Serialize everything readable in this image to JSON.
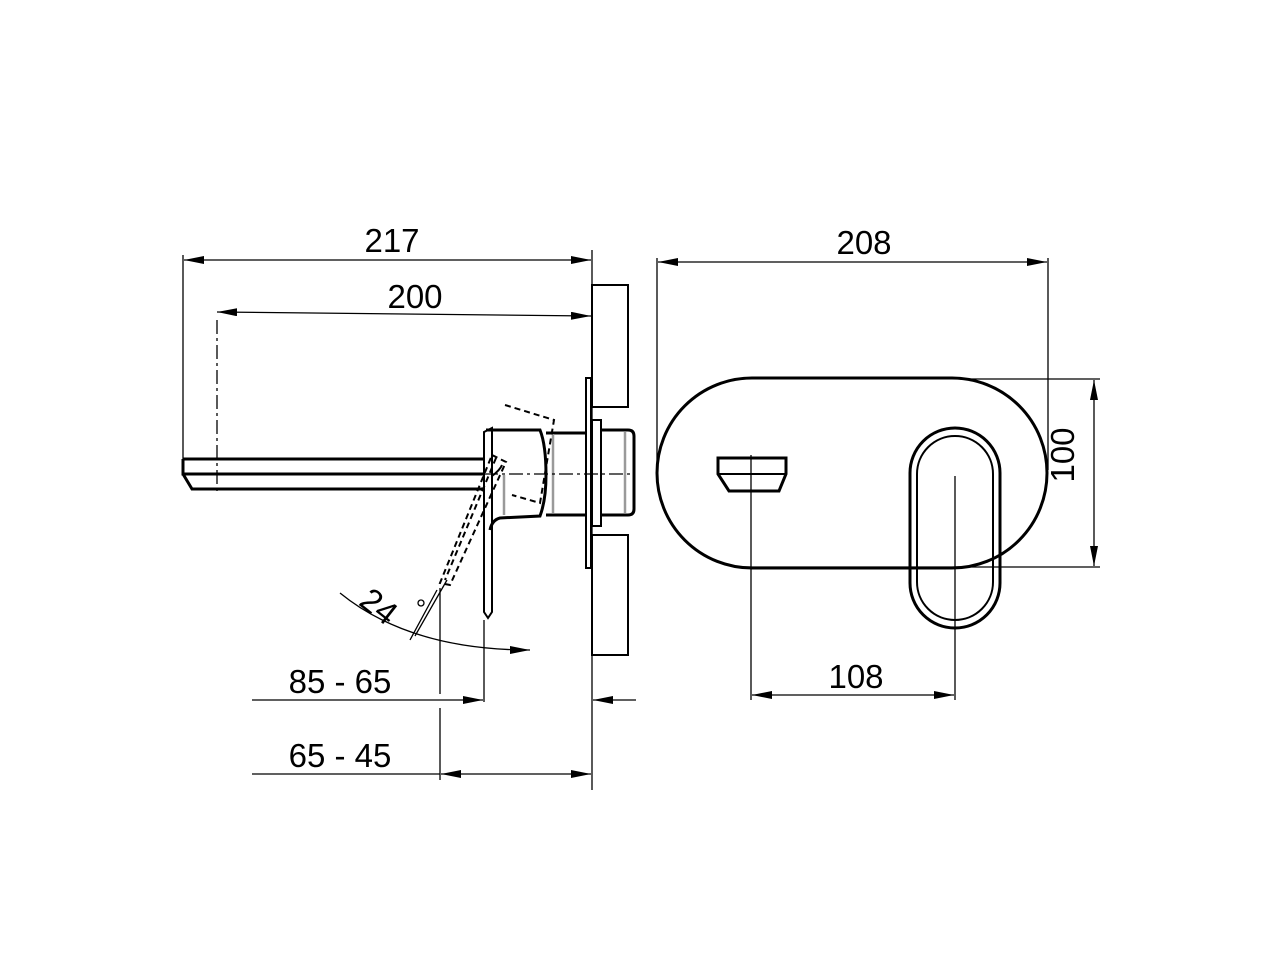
{
  "drawing": {
    "type": "technical dimension drawing",
    "subject": "wall-mounted basin mixer with plate",
    "line_color": "#000000",
    "background": "#ffffff"
  },
  "side_view": {
    "dimensions": {
      "overall_length": "217",
      "spout_projection": "200",
      "lever_angle": "24",
      "angle_unit_glyph": "°",
      "wall_depth_range_1": "85 - 65",
      "wall_depth_range_2": "65 - 45"
    }
  },
  "front_view": {
    "dimensions": {
      "plate_width": "208",
      "plate_height": "100",
      "spout_to_lever_distance": "108"
    }
  }
}
